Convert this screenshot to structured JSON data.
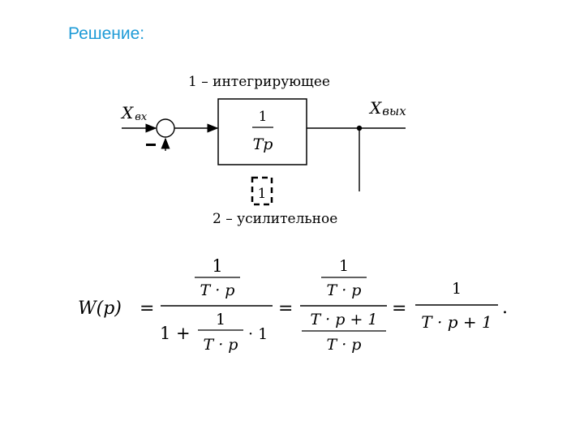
{
  "heading": "Решение:",
  "block_diagram": {
    "label_top": "1 – интегрирующее",
    "label_bottom": "2 – усилительное",
    "input_label_main": "X",
    "input_label_sub": "вх",
    "output_label_main": "X",
    "output_label_sub": "вых",
    "feedback_sign": "–",
    "block1_numerator": "1",
    "block1_denominator": "Tp",
    "block2_value": "1"
  },
  "formula": {
    "lhs": "W(p)",
    "eq": "=",
    "f1_top_num": "1",
    "f1_top_den": "T · p",
    "f1_bot_one": "1 +",
    "f1_bot_num": "1",
    "f1_bot_den": "T · p",
    "f1_bot_tail": "· 1",
    "f2_top_num": "1",
    "f2_top_den": "T · p",
    "f2_bot_num": "T · p + 1",
    "f2_bot_den": "T · p",
    "f3_num": "1",
    "f3_den": "T · p + 1",
    "period": "."
  }
}
